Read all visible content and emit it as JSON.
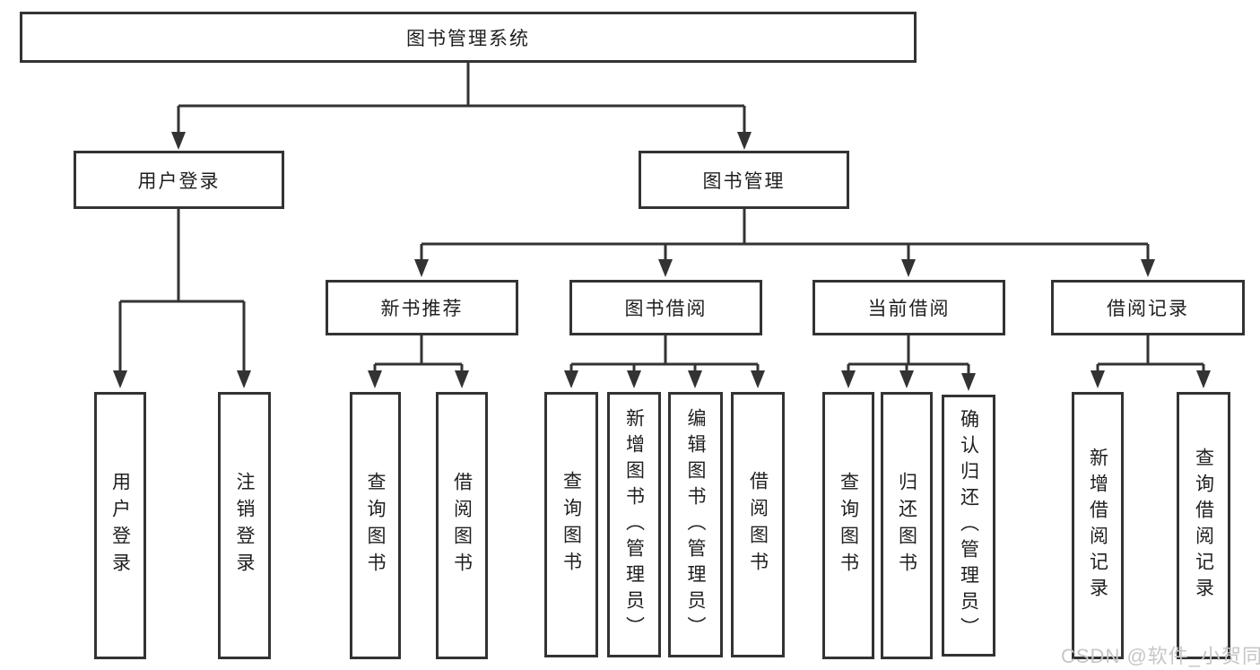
{
  "diagram": {
    "title": "图书管理系统",
    "tree": {
      "root": {
        "label": "图书管理系统"
      },
      "branches": [
        {
          "label": "用户登录",
          "children": [
            {
              "label": "用户登录"
            },
            {
              "label": "注销登录"
            }
          ]
        },
        {
          "label": "图书管理",
          "children": [
            {
              "label": "新书推荐",
              "children": [
                {
                  "label": "查询图书"
                },
                {
                  "label": "借阅图书"
                }
              ]
            },
            {
              "label": "图书借阅",
              "children": [
                {
                  "label": "查询图书"
                },
                {
                  "label": "新增图书（管理员）"
                },
                {
                  "label": "编辑图书（管理员）"
                },
                {
                  "label": "借阅图书"
                }
              ]
            },
            {
              "label": "当前借阅",
              "children": [
                {
                  "label": "查询图书"
                },
                {
                  "label": "归还图书"
                },
                {
                  "label": "确认归还（管理员）"
                }
              ]
            },
            {
              "label": "借阅记录",
              "children": [
                {
                  "label": "新增借阅记录"
                },
                {
                  "label": "查询借阅记录"
                }
              ]
            }
          ]
        }
      ]
    },
    "watermark": "CSDN @软件_小贺同学",
    "colors": {
      "line": "#333333",
      "text": "#1f1f1f",
      "background": "#ffffff",
      "watermark": "#c6c6c6"
    }
  }
}
